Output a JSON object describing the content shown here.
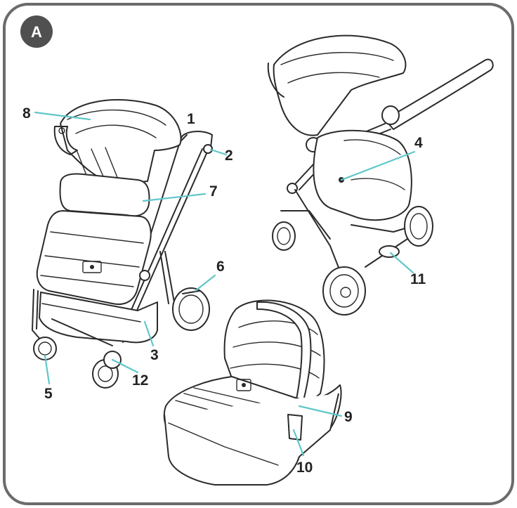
{
  "panel": {
    "label": "A"
  },
  "colors": {
    "leader": "#5fc7c9",
    "badge": "#505050",
    "frame": "#6b6b6b",
    "ink": "#2a2a2a"
  },
  "callouts": [
    {
      "id": "1",
      "text": "1"
    },
    {
      "id": "2",
      "text": "2"
    },
    {
      "id": "3",
      "text": "3"
    },
    {
      "id": "4",
      "text": "4"
    },
    {
      "id": "5",
      "text": "5"
    },
    {
      "id": "6",
      "text": "6"
    },
    {
      "id": "7",
      "text": "7"
    },
    {
      "id": "8",
      "text": "8"
    },
    {
      "id": "9",
      "text": "9"
    },
    {
      "id": "10",
      "text": "10"
    },
    {
      "id": "11",
      "text": "11"
    },
    {
      "id": "12",
      "text": "12"
    }
  ]
}
